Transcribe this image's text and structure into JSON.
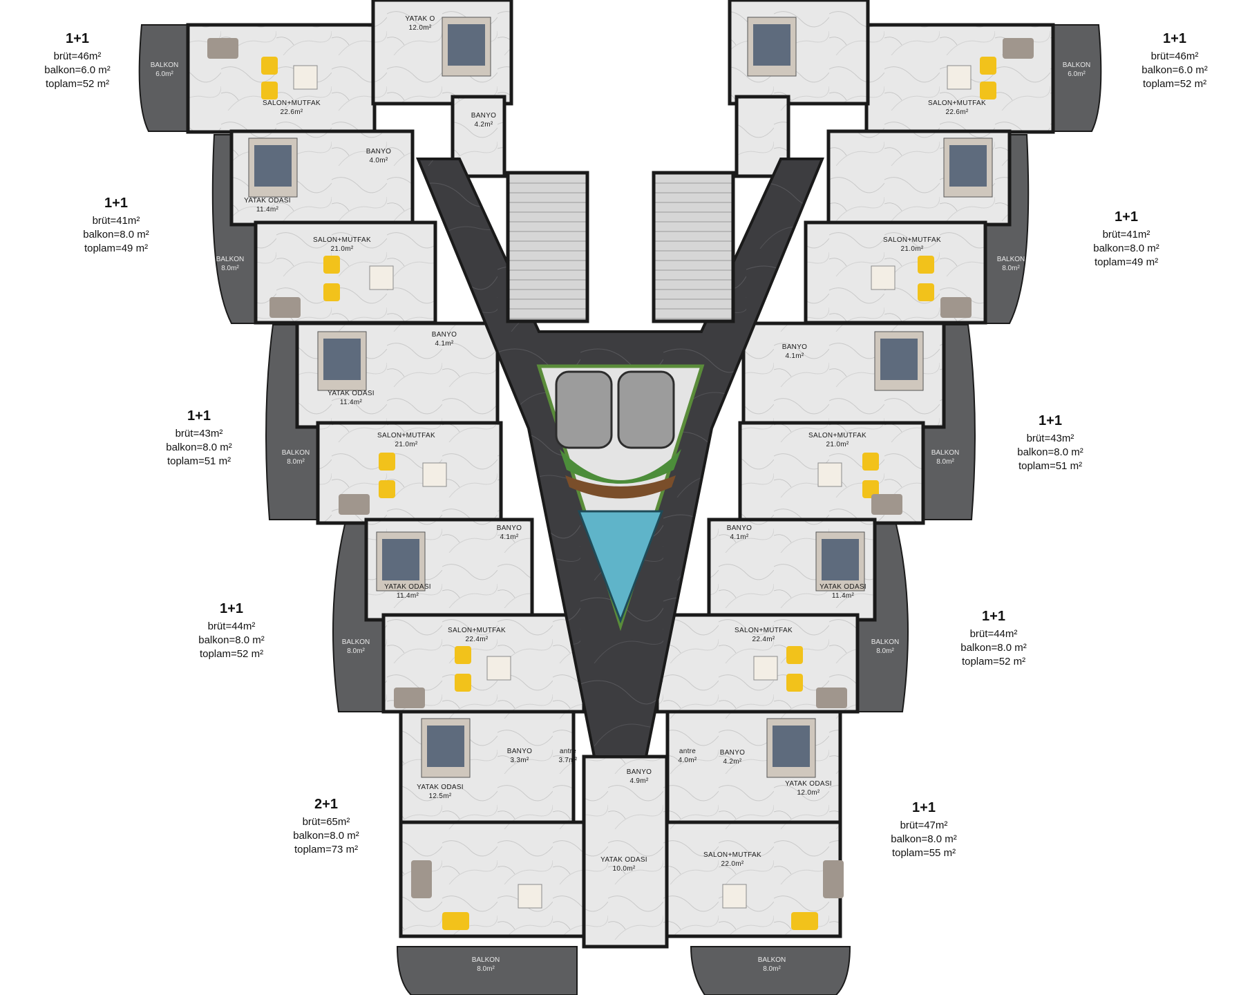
{
  "units": [
    {
      "id": "tl1",
      "type": "1+1",
      "brut": "brüt=46m²",
      "balkon": "balkon=6.0 m²",
      "toplam": "toplam=52 m²"
    },
    {
      "id": "tr1",
      "type": "1+1",
      "brut": "brüt=46m²",
      "balkon": "balkon=6.0 m²",
      "toplam": "toplam=52 m²"
    },
    {
      "id": "l2",
      "type": "1+1",
      "brut": "brüt=41m²",
      "balkon": "balkon=8.0 m²",
      "toplam": "toplam=49 m²"
    },
    {
      "id": "r2",
      "type": "1+1",
      "brut": "brüt=41m²",
      "balkon": "balkon=8.0 m²",
      "toplam": "toplam=49 m²"
    },
    {
      "id": "l3",
      "type": "1+1",
      "brut": "brüt=43m²",
      "balkon": "balkon=8.0 m²",
      "toplam": "toplam=51 m²"
    },
    {
      "id": "r3",
      "type": "1+1",
      "brut": "brüt=43m²",
      "balkon": "balkon=8.0 m²",
      "toplam": "toplam=51 m²"
    },
    {
      "id": "l4",
      "type": "1+1",
      "brut": "brüt=44m²",
      "balkon": "balkon=8.0 m²",
      "toplam": "toplam=52 m²"
    },
    {
      "id": "r4",
      "type": "1+1",
      "brut": "brüt=44m²",
      "balkon": "balkon=8.0 m²",
      "toplam": "toplam=52 m²"
    },
    {
      "id": "bl",
      "type": "2+1",
      "brut": "brüt=65m²",
      "balkon": "balkon=8.0 m²",
      "toplam": "toplam=73 m²"
    },
    {
      "id": "br",
      "type": "1+1",
      "brut": "brüt=47m²",
      "balkon": "balkon=8.0 m²",
      "toplam": "toplam=55 m²"
    }
  ],
  "rooms": {
    "salon_mutfak": "SALON+MUTFAK",
    "yatak_odasi": "YATAK ODASI",
    "yatak_o": "YATAK O",
    "banyo": "BANYO",
    "balkon": "BALKON",
    "antre": "antre"
  },
  "areas": {
    "a226": "22.6m²",
    "a120": "12.0m²",
    "a42": "4.2m²",
    "a40": "4.0m²",
    "a114": "11.4m²",
    "a210": "21.0m²",
    "a41": "4.1m²",
    "a224": "22.4m²",
    "a33": "3.3m²",
    "a37": "3.7m²",
    "a49": "4.9m²",
    "a125": "12.5m²",
    "a100": "10.0m²",
    "a220": "22.0m²",
    "a60": "6.0m²",
    "a80": "8.0m²"
  },
  "colors": {
    "wall": "#1a1a1a",
    "corridor": "#3f3f41",
    "marble": "#e6e6e6",
    "balcony": "#5d5e60",
    "sofa": "#a0968d",
    "yellow_chair": "#f2c21b",
    "bed_blanket": "#4a5a72",
    "pool": "#5fb4c9",
    "lawn": "#4c8d3a",
    "stairs": "#d0d0d0"
  }
}
